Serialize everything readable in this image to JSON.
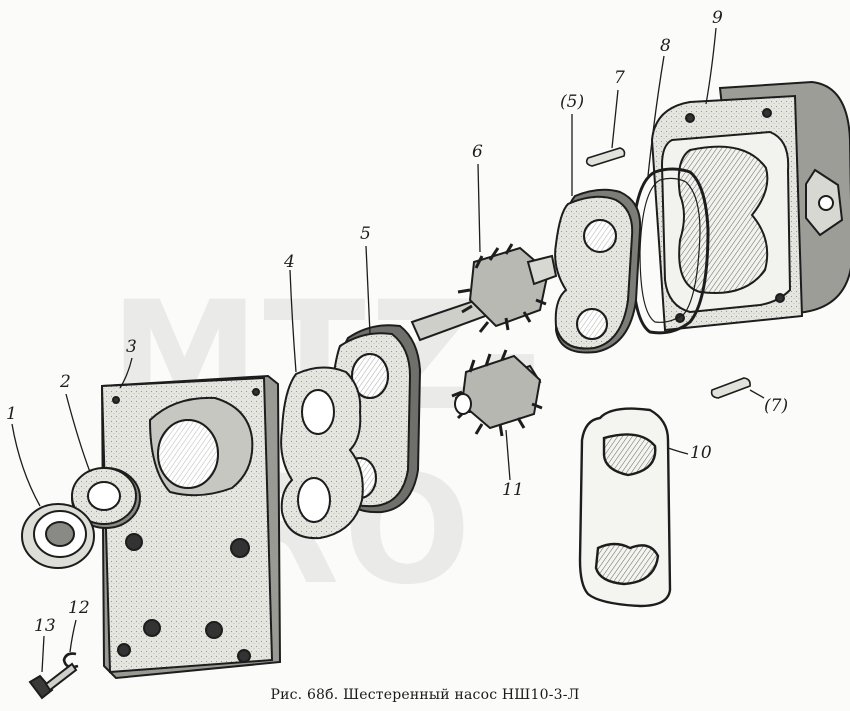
{
  "figure": {
    "caption": "Рис. 68б. Шестеренный насос НШ10-3-Л",
    "watermark": "MTZ-PRO"
  },
  "callouts": [
    {
      "id": "1",
      "text": "1"
    },
    {
      "id": "2",
      "text": "2"
    },
    {
      "id": "3",
      "text": "3"
    },
    {
      "id": "4",
      "text": "4"
    },
    {
      "id": "5",
      "text": "5"
    },
    {
      "id": "5b",
      "text": "(5)"
    },
    {
      "id": "6",
      "text": "6"
    },
    {
      "id": "7",
      "text": "7"
    },
    {
      "id": "7b",
      "text": "(7)"
    },
    {
      "id": "8",
      "text": "8"
    },
    {
      "id": "9",
      "text": "9"
    },
    {
      "id": "10",
      "text": "10"
    },
    {
      "id": "11",
      "text": "11"
    },
    {
      "id": "12",
      "text": "12"
    },
    {
      "id": "13",
      "text": "13"
    }
  ],
  "colors": {
    "ink": "#1d1d1d",
    "part_fill": "#e9e9e4",
    "shade": "#8a8a85",
    "dark": "#3a3a38"
  }
}
